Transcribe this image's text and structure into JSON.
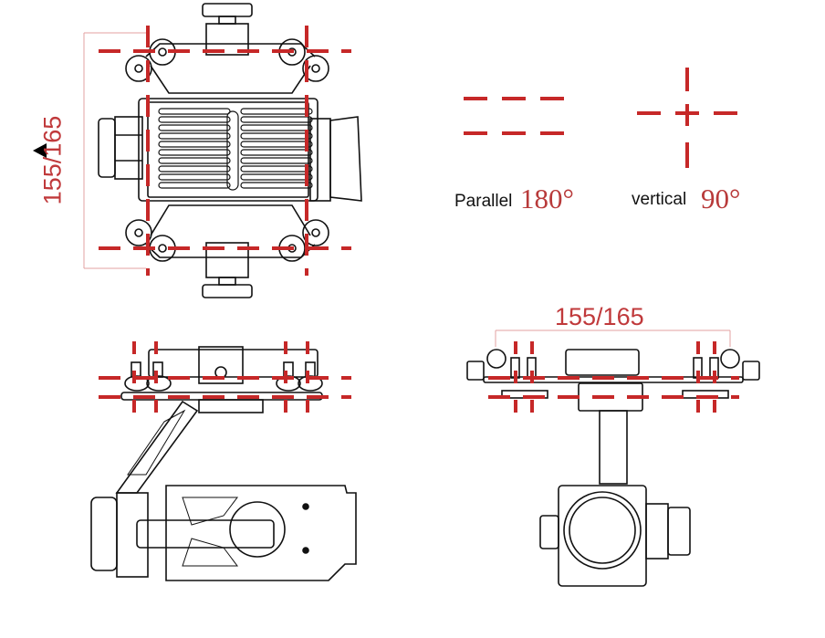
{
  "diagram": {
    "subject": "3-axis gimbal camera mounting dimension drawing",
    "views": [
      "top-view",
      "side-view",
      "front-view"
    ],
    "colors": {
      "guide_line": "#c62828",
      "outline": "#111111",
      "dimension_line": "#e3a0a0",
      "degree_text": "#b83a3a"
    },
    "top_view": {
      "dimension_label": "155/165"
    },
    "front_view": {
      "dimension_label": "155/165"
    },
    "legend": [
      {
        "name": "Parallel",
        "angle": "180°"
      },
      {
        "name": "vertical",
        "angle": "90°"
      }
    ]
  }
}
